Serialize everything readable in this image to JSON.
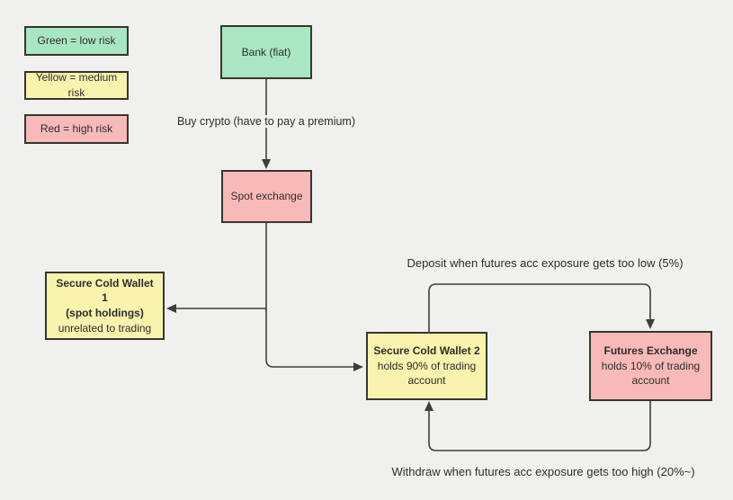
{
  "colors": {
    "bg": "#f0f0ee",
    "green": "#a9e6c2",
    "yellow": "#f9f3ae",
    "red": "#f8b9b9",
    "border": "#35382f",
    "line": "#3d3d3d",
    "text": "#2d2d2d"
  },
  "legend": {
    "green_label": "Green = low risk",
    "yellow_label": "Yellow = medium risk",
    "red_label": "Red = high risk"
  },
  "nodes": {
    "bank": {
      "label": "Bank (fiat)",
      "risk": "green"
    },
    "spot": {
      "label": "Spot exchange",
      "risk": "red"
    },
    "wallet1": {
      "title": "Secure Cold Wallet 1",
      "subtitle": "(spot holdings)",
      "note": "unrelated to trading",
      "risk": "yellow"
    },
    "wallet2": {
      "title": "Secure Cold Wallet 2",
      "note": "holds 90% of trading account",
      "risk": "yellow"
    },
    "futures": {
      "title": "Futures Exchange",
      "note": "holds 10% of trading account",
      "risk": "red"
    }
  },
  "edges": {
    "buy_crypto_label": "Buy crypto (have to pay a premium)",
    "deposit_label": "Deposit when futures acc exposure gets too low (5%)",
    "withdraw_label": "Withdraw when futures acc exposure gets too high (20%~)"
  }
}
